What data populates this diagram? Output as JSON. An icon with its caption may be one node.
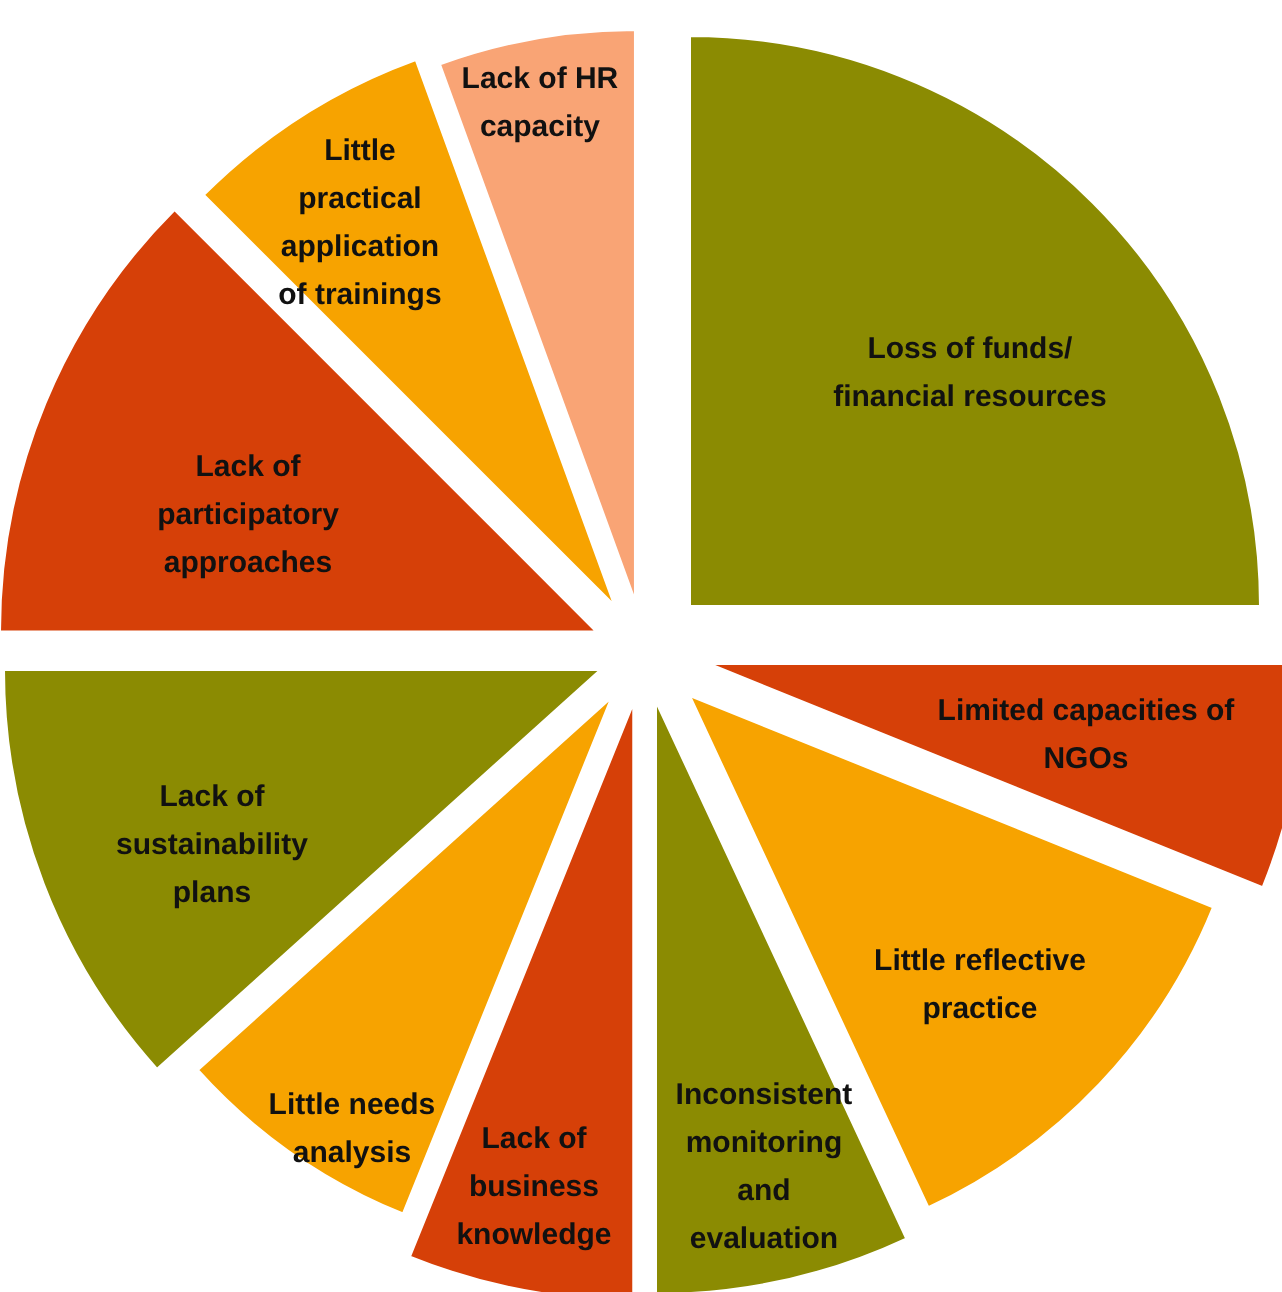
{
  "diagram": {
    "nodes": [
      {
        "text": [
          "Loss of funds/ financial resources"
        ]
      },
      {
        "text": [
          "Limited capacities of NGOs"
        ]
      },
      {
        "text": [
          "Little reflective practice"
        ]
      },
      {
        "text": [
          "Inconsistent monitoring and evaluation"
        ]
      },
      {
        "text": [
          "Lack of business knowledge"
        ]
      },
      {
        "text": [
          "Little needs analysis"
        ]
      },
      {
        "text": [
          "Lack of sustainability plans"
        ]
      },
      {
        "text": [
          "Lack of participatory approaches"
        ]
      },
      {
        "text": [
          "Little practical application of trainings"
        ]
      },
      {
        "text": [
          "Lack of HR capacity"
        ]
      }
    ]
  }
}
